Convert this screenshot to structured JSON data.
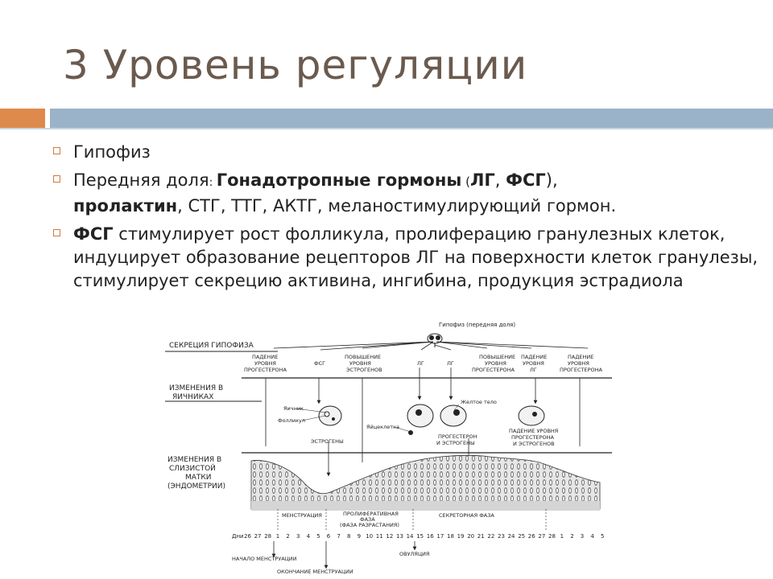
{
  "slide": {
    "title": "3 Уровень регуляции",
    "bullets": [
      {
        "text": "Гипофиз"
      },
      {
        "b1_pre": "Передняя доля",
        "b1_colon": ": ",
        "b1_bold1": "Гонадотропные гормоны",
        "b1_p1": " (",
        "b1_bold2": "ЛГ",
        "b1_comma": ", ",
        "b1_bold3": "ФСГ",
        "b1_p2": "),",
        "b1_bold4": "пролактин",
        "b1_rest": ", СТГ, ТТГ, АКТГ, меланостимулирующий гормон."
      },
      {
        "b2_bold": "ФСГ",
        "b2_rest": " стимулирует рост фолликула, пролиферацию гранулезных клеток, индуцирует образование рецепторов ЛГ на поверхности клеток гранулезы, стимулирует секрецию активина, ингибина, продукция эстрадиола"
      }
    ]
  },
  "diagram": {
    "top_label": "Гипофиз (передняя доля)",
    "row1": "СЕКРЕЦИЯ ГИПОФИЗА",
    "row2": [
      "ИЗМЕНЕНИЯ В",
      "ЯИЧНИКАХ"
    ],
    "row3": [
      "ИЗМЕНЕНИЯ В",
      "СЛИЗИСТОЙ",
      "МАТКИ",
      "(ЭНДОМЕТРИИ)"
    ],
    "h1": [
      "ПАДЕНИЕ",
      "УРОВНЯ",
      "ПРОГЕСТЕРОНА"
    ],
    "h2": "ФСГ",
    "h3": [
      "ПОВЫШЕНИЕ",
      "УРОВНЯ",
      "ЭСТРОГЕНОВ"
    ],
    "h4": "ЛГ",
    "h5": "ЛГ",
    "h6": [
      "ПОВЫШЕНИЕ",
      "УРОВНЯ",
      "ПРОГЕСТЕРОНА"
    ],
    "h7": [
      "ПАДЕНИЕ",
      "УРОВНЯ",
      "ЛГ"
    ],
    "h8": [
      "ПАДЕНИЕ",
      "УРОВНЯ",
      "ПРОГЕСТЕРОНА"
    ],
    "ov_ovary": "Яичник",
    "ov_follicle": "Фолликул",
    "ov_estrogens": "ЭСТРОГЕНЫ",
    "ov_egg": "Яйцеклетка",
    "ov_cl": "Желтое тело",
    "ov_pe": [
      "ПРОГЕСТЕРОН",
      "И ЭСТРОГЕНЫ"
    ],
    "ov_fall": [
      "ПАДЕНИЕ УРОВНЯ",
      "ПРОГЕСТЕРОНА",
      "И ЭСТРОГЕНОВ"
    ],
    "phase1": "МЕНСТРУАЦИЯ",
    "phase2": [
      "ПРОЛИФЕРАТИВНАЯ",
      "ФАЗА",
      "(ФАЗА РАЗРАСТАНИЯ)"
    ],
    "phase3": "СЕКРЕТОРНАЯ ФАЗА",
    "days_label": "Дни",
    "days": [
      "26",
      "27",
      "28",
      "1",
      "2",
      "3",
      "4",
      "5",
      "6",
      "7",
      "8",
      "9",
      "10",
      "11",
      "12",
      "13",
      "14",
      "15",
      "16",
      "17",
      "18",
      "19",
      "20",
      "21",
      "22",
      "23",
      "24",
      "25",
      "26",
      "27",
      "28",
      "1",
      "2",
      "3",
      "4",
      "5"
    ],
    "b1": "НАЧАЛО МЕНСТРУАЦИИ",
    "b2": "ОВУЛЯЦИЯ",
    "b3": "ОКОНЧАНИЕ МЕНСТРУАЦИИ"
  }
}
